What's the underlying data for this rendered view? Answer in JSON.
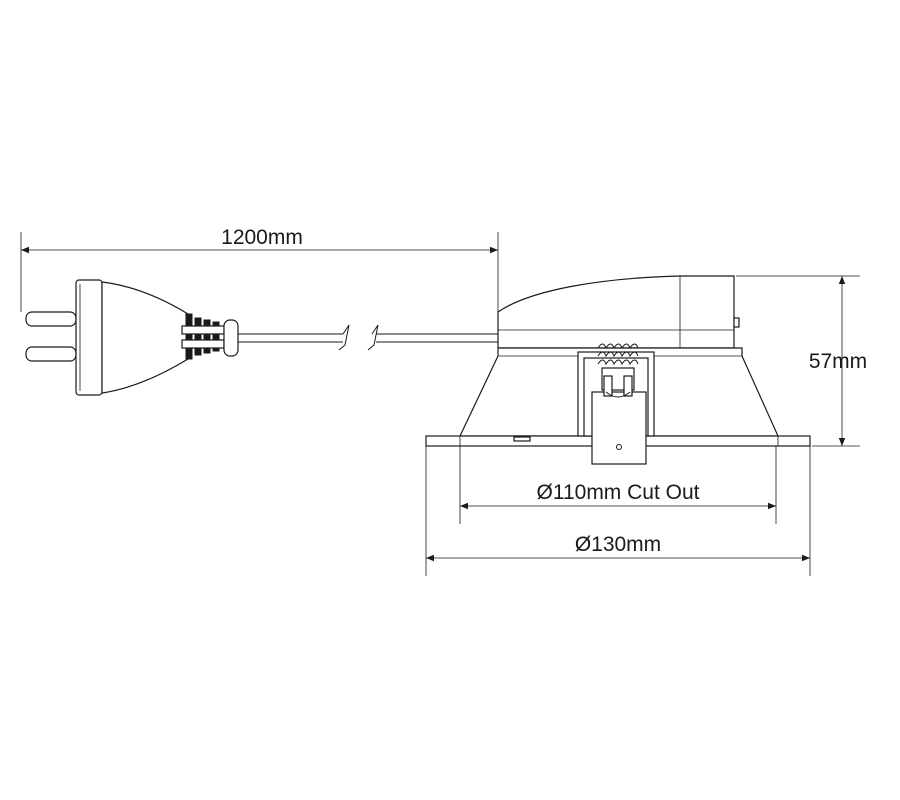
{
  "dimensions": {
    "cable_length": "1200mm",
    "height": "57mm",
    "cut_out": "Ø110mm Cut Out",
    "outer_diameter": "Ø130mm"
  }
}
